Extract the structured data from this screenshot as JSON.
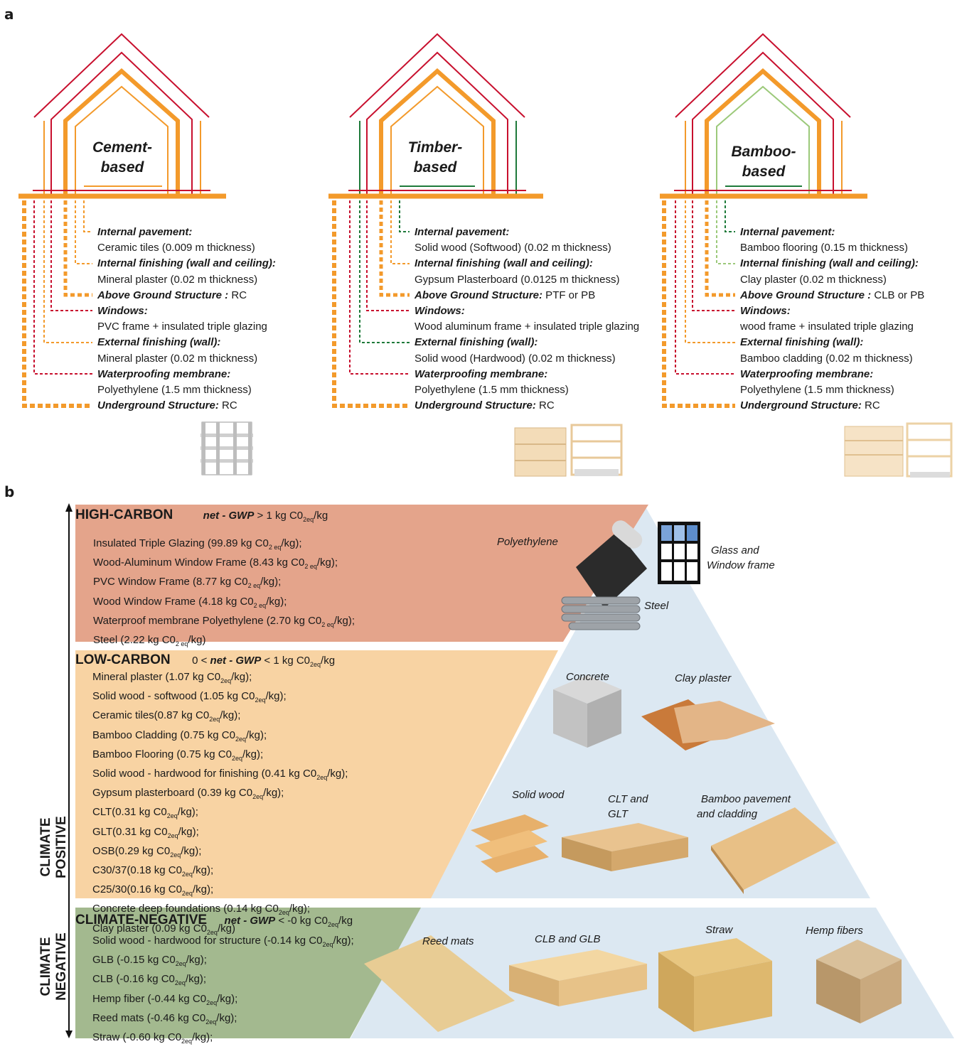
{
  "panel_a_label": "a",
  "panel_b_label": "b",
  "houses": [
    {
      "title_line1": "Cement-",
      "title_line2": "based",
      "layers": [
        {
          "heading": "Internal pavement:",
          "value": "Ceramic tiles  (0.009 m thickness)"
        },
        {
          "heading": "Internal finishing (wall and ceiling):",
          "value": "Mineral plaster (0.02 m thickness)"
        },
        {
          "heading": "Above Ground Structure :",
          "value": " RC"
        },
        {
          "heading": "Windows:",
          "value": "PVC frame + insulated triple glazing"
        },
        {
          "heading": "External finishing (wall):",
          "value": "Mineral plaster (0.02 m thickness)"
        },
        {
          "heading": "Waterproofing membrane:",
          "value": "Polyethylene (1.5 mm thickness)"
        },
        {
          "heading": "Underground Structure:",
          "value": " RC"
        }
      ]
    },
    {
      "title_line1": "Timber-",
      "title_line2": "based",
      "layers": [
        {
          "heading": "Internal pavement:",
          "value": "Solid wood (Softwood) (0.02 m thickness)"
        },
        {
          "heading": "Internal finishing (wall and ceiling):",
          "value": "Gypsum Plasterboard (0.0125 m thickness)"
        },
        {
          "heading": "Above Ground Structure:",
          "value": " PTF or PB"
        },
        {
          "heading": "Windows:",
          "value": "Wood aluminum frame + insulated triple glazing"
        },
        {
          "heading": "External finishing (wall):",
          "value": "Solid wood (Hardwood) (0.02 m thickness)"
        },
        {
          "heading": "Waterproofing membrane:",
          "value": "Polyethylene (1.5 mm thickness)"
        },
        {
          "heading": "Underground Structure:",
          "value": " RC"
        }
      ]
    },
    {
      "title_line1": "Bamboo-",
      "title_line2": "based",
      "layers": [
        {
          "heading": "Internal pavement:",
          "value": "Bamboo flooring (0.15 m thickness)"
        },
        {
          "heading": "Internal finishing (wall and ceiling):",
          "value": "Clay plaster (0.02 m thickness)"
        },
        {
          "heading": "Above Ground Structure :",
          "value": " CLB or PB"
        },
        {
          "heading": "Windows:",
          "value": "wood frame + insulated triple glazing"
        },
        {
          "heading": "External finishing (wall):",
          "value": "Bamboo cladding (0.02 m thickness)"
        },
        {
          "heading": "Waterproofing membrane:",
          "value": "Polyethylene (1.5 mm thickness)"
        },
        {
          "heading": "Underground Structure:",
          "value": " RC"
        }
      ]
    }
  ],
  "tiers": {
    "high": {
      "title": "HIGH-CARBON",
      "range_pre": "",
      "range_mid": " > 1 kg C0",
      "range_post": "/kg",
      "items": [
        {
          "text": "Insulated Triple Glazing (99.89 kg C0",
          "tail": "/kg);"
        },
        {
          "text": "Wood-Aluminum Window Frame (8.43  kg C0",
          "tail": "/kg);"
        },
        {
          "text": "PVC Window Frame (8.77 kg C0",
          "tail": "/kg);"
        },
        {
          "text": "Wood Window Frame (4.18  kg C0",
          "tail": "/kg);"
        },
        {
          "text": "Waterproof membrane Polyethylene (2.70 kg C0",
          "tail": "/kg);"
        },
        {
          "text": "Steel (2.22 kg C0",
          "tail": "/kg)"
        }
      ]
    },
    "low": {
      "title": "LOW-CARBON",
      "range_pre": "0 < ",
      "range_mid": " < 1 kg C0",
      "range_post": "/kg",
      "items": [
        {
          "text": "Mineral plaster (1.07 kg C0",
          "tail": "/kg);"
        },
        {
          "text": "Solid wood - softwood (1.05 kg C0",
          "tail": "/kg);"
        },
        {
          "text": "Ceramic tiles(0.87  kg C0",
          "tail": "/kg);"
        },
        {
          "text": "Bamboo Cladding (0.75 kg C0",
          "tail": "/kg);"
        },
        {
          "text": "Bamboo Flooring (0.75 kg C0",
          "tail": "/kg);"
        },
        {
          "text": "Solid wood - hardwood for finishing (0.41 kg C0",
          "tail": "/kg);"
        },
        {
          "text": "Gypsum plasterboard (0.39 kg C0",
          "tail": "/kg);"
        },
        {
          "text": "CLT(0.31 kg C0",
          "tail": "/kg);"
        },
        {
          "text": "GLT(0.31 kg C0",
          "tail": "/kg);"
        },
        {
          "text": "OSB(0.29 kg C0",
          "tail": "/kg);"
        },
        {
          "text": "C30/37(0.18 kg C0",
          "tail": "/kg);"
        },
        {
          "text": "C25/30(0.16 kg C0",
          "tail": "/kg);"
        },
        {
          "text": "Concrete deep foundations (0.14 kg C0",
          "tail": "/kg);"
        },
        {
          "text": "Clay plaster (0.09 kg C0",
          "tail": "/kg)"
        }
      ]
    },
    "negative": {
      "title": "CLIMATE-NEGATIVE",
      "range_pre": "",
      "range_mid": " < -0 kg C0",
      "range_post": "/kg",
      "items": [
        {
          "text": "Solid wood - hardwood for structure (-0.14 kg C0",
          "tail": "/kg);"
        },
        {
          "text": "GLB (-0.15 kg C0",
          "tail": "/kg);"
        },
        {
          "text": "CLB (-0.16 kg C0",
          "tail": "/kg);"
        },
        {
          "text": "Hemp fiber (-0.44 kg C0",
          "tail": "/kg);"
        },
        {
          "text": "Reed mats (-0.46 kg C0",
          "tail": "/kg);"
        },
        {
          "text": "Straw (-0.60 kg C0",
          "tail": "/kg);"
        }
      ]
    }
  },
  "gwp_label": "net - GWP",
  "sub_2eq": "2eq",
  "sub_2_eq": "2 eq",
  "side_labels": {
    "positive_line1": "CLIMATE",
    "positive_line2": "POSITIVE",
    "negative_line1": "CLIMATE",
    "negative_line2": "NEGATIVE"
  },
  "materials": {
    "polyethylene": "Polyethylene",
    "glass_line1": "Glass and",
    "glass_line2": "Window frame",
    "steel": "Steel",
    "concrete": "Concrete",
    "clay_plaster": "Clay plaster",
    "solid_wood": "Solid wood",
    "clt_line1": "CLT and",
    "clt_line2": "GLT",
    "bamboo_line1": "Bamboo pavement",
    "bamboo_line2": "and cladding",
    "reed_mats": "Reed mats",
    "clb_glb": "CLB and GLB",
    "straw": "Straw",
    "hemp": "Hemp fibers"
  },
  "colors": {
    "high_band": "#e4a48b",
    "low_band": "#f8d3a3",
    "negative_band": "#a3b98f",
    "pyramid": "#dce8f2",
    "orange": "#f39a2b",
    "red": "#c8102e",
    "green": "#1e7a3a",
    "light_green": "#9cc97a"
  }
}
